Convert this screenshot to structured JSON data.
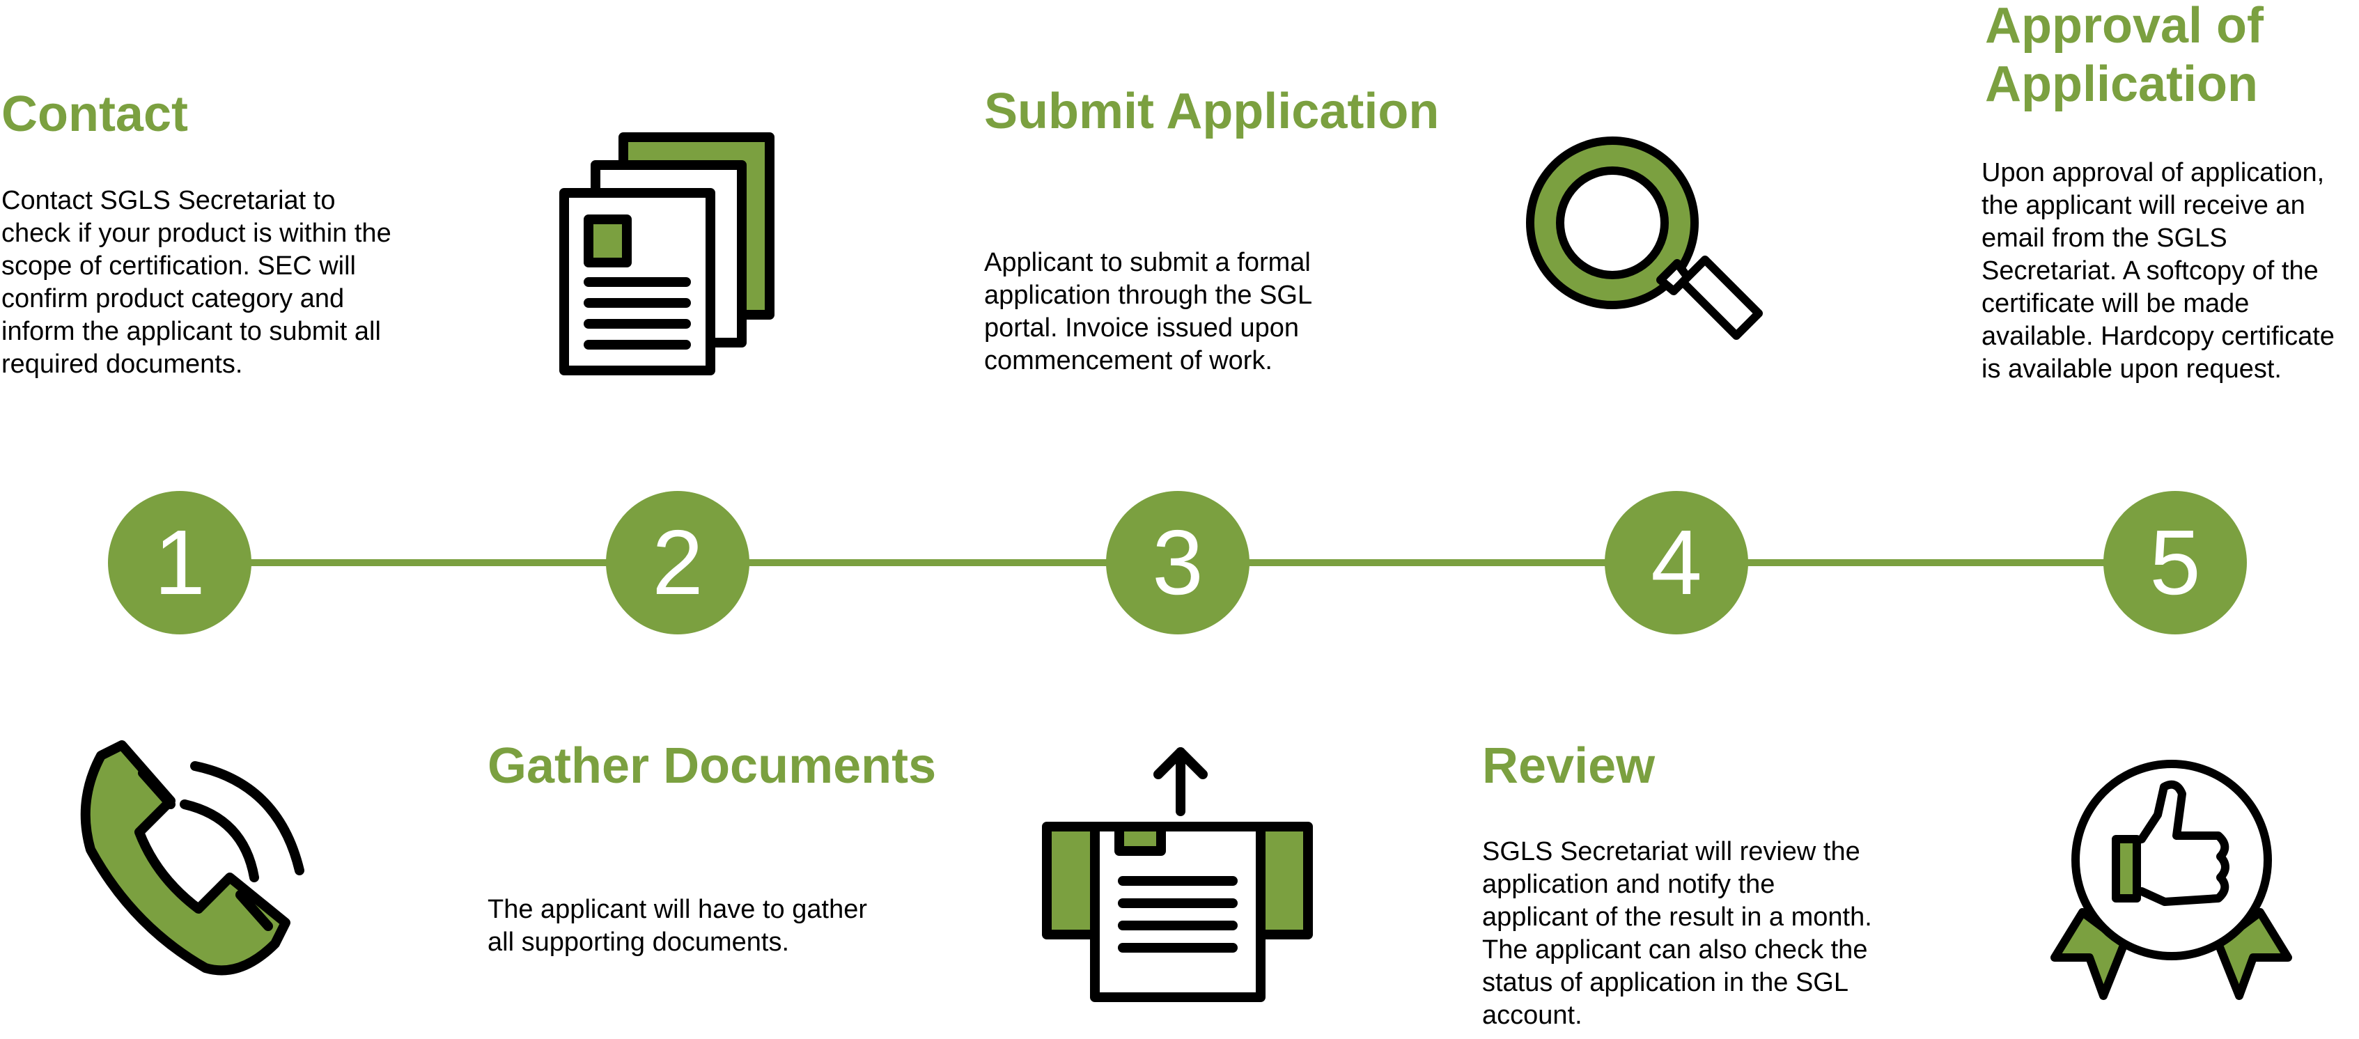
{
  "colors": {
    "accent": "#7ba040",
    "text": "#000000",
    "background": "#ffffff"
  },
  "steps": [
    {
      "number": "1",
      "title": "Contact",
      "description": "Contact SGLS Secretariat to check if your product is within the scope of certification. SEC will confirm product category and inform the applicant to submit all required documents.",
      "icon": "phone-icon"
    },
    {
      "number": "2",
      "title": "Gather Documents",
      "description": "The applicant will have to gather all supporting documents.",
      "icon": "documents-icon"
    },
    {
      "number": "3",
      "title": "Submit Application",
      "description": "Applicant to submit a formal application through the SGL portal. Invoice issued upon commencement of work.",
      "icon": "upload-form-icon"
    },
    {
      "number": "4",
      "title": "Review",
      "description": "SGLS Secretariat will review the application and notify the applicant of the result in a month. The applicant can also check the status of application in the SGL account.",
      "icon": "magnifier-icon"
    },
    {
      "number": "5",
      "title": "Approval of Application",
      "description": "Upon approval of application, the applicant will receive an email from the SGLS Secretariat. A softcopy of the certificate will be made available. Hardcopy certificate is available upon request.",
      "icon": "thumbs-up-badge-icon"
    }
  ]
}
